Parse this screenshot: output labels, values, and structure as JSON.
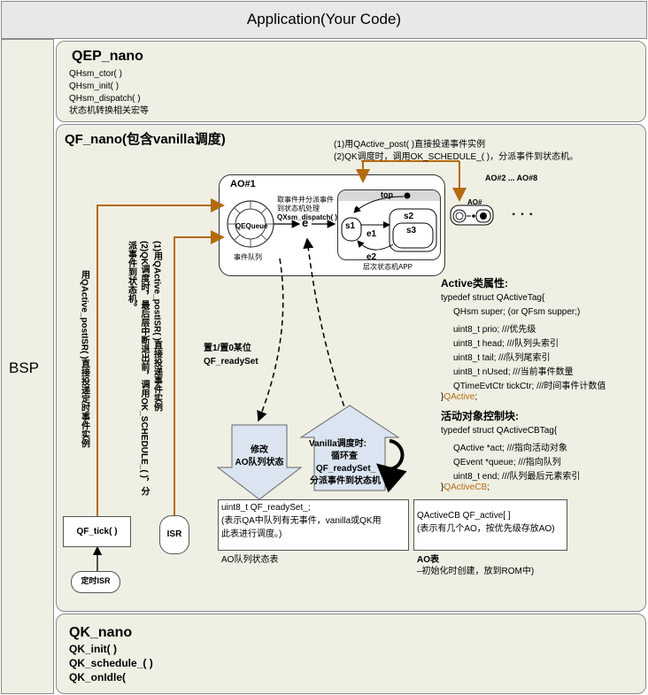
{
  "application": {
    "title": "Application(Your Code)"
  },
  "bsp": {
    "label": "BSP"
  },
  "qep": {
    "title": "QEP_nano",
    "items": [
      "QHsm_ctor( )",
      "QHsm_init( )",
      "QHsm_dispatch( )",
      "状态机转换相关宏等"
    ]
  },
  "qf": {
    "title": "QF_nano(包含vanilla调度)",
    "post_note": [
      "(1)用QActive_post( )直接投递事件实例",
      "(2)QK调度时，调用OK_SCHEDULE_( )，分派事件到状态机。"
    ],
    "ao_range": "AO#2 ... AO#8",
    "ao_label": "AO#",
    "ellipsis": "· · ·",
    "ao1": {
      "title": "AO#1",
      "queue": "QEQueue",
      "queue_caption": "事件队列",
      "event": "e",
      "dispatch_note": [
        "取事件并分派事件",
        "到状态机处理",
        "QXsm_dispatch( )"
      ],
      "sm_top": "top",
      "s1": "s1",
      "s2": "s2",
      "s3": "s3",
      "e1": "e1",
      "e2": "e2",
      "sm_caption": "层次状态机APP"
    },
    "isr_post_note": "用QActive_postISR( )直接投递定时事件实例",
    "isr_note2": [
      "(1)用QActive_postISR( )直接投递事件实例",
      "(2)QK调度时，最后层中断退出前，调用OK_SCHEDULE_( )，分",
      "派事件到状态机。"
    ],
    "ready_note": [
      "置1/置0某位",
      "QF_readySet"
    ],
    "modify_arrow": [
      "修改",
      "AO队列状态"
    ],
    "vanilla_arrow": [
      "Vanilla调度时:",
      "循环查",
      "QF_readySet_",
      "分派事件到状态机"
    ],
    "ready_table": {
      "lines": [
        "uint8_t QF_readySet_;",
        "(表示QA中队列有无事件，vanilla或QK用",
        "此表进行调度。)"
      ],
      "caption": "AO队列状态表"
    },
    "ao_table": {
      "lines": [
        "QActiveCB  QF_active[ ]",
        "(表示有几个AO，按优先级存放AO)"
      ],
      "caption": [
        "AO表",
        "–初始化时创建，放到ROM中)"
      ]
    },
    "qf_tick": "QF_tick( )",
    "isr": "ISR",
    "timer_isr": "定时ISR",
    "active_struct": {
      "title": "Active类属性:",
      "lines": [
        "typedef struct QActiveTag{",
        "QHsm  super; (or QFsm supper;)",
        "uint8_t  prio; ///优先级",
        "uint8_t  head; ///队列头索引",
        "uint8_t  tail;   ///队列尾索引",
        "uint8_t  nUsed; ///当前事件数量",
        "QTimeEvtCtr  tickCtr; ///时间事件计数值"
      ],
      "end_prefix": "}",
      "end_name": "QActive",
      "end_suffix": ";"
    },
    "cb_struct": {
      "title": "活动对象控制块:",
      "lines": [
        "typedef struct QActiveCBTag{",
        "QActive *act; ///指向活动对象",
        "QEvent  *queue; ///指向队列",
        "uint8_t   end; ///队列最后元素索引"
      ],
      "end_prefix": "}",
      "end_name": "QActiveCB",
      "end_suffix": ";"
    }
  },
  "qk": {
    "title": "QK_nano",
    "items": [
      "QK_init( )",
      "QK_schedule_( )",
      "QK_onIdle("
    ]
  },
  "colors": {
    "panel": "#efefe4",
    "accent": "#b36a10",
    "arrow_fill": "#dbe5f1",
    "code_blue": "#2f5597"
  }
}
